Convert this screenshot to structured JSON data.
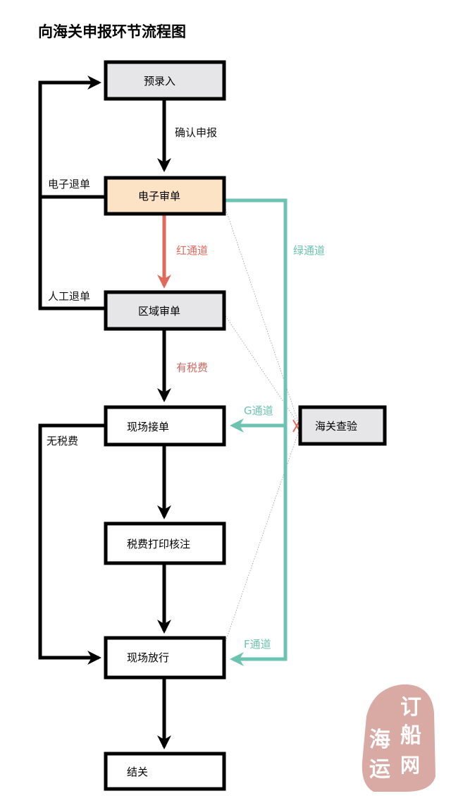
{
  "title": "向海关申报环节流程图",
  "nodes": {
    "pre_entry": "预录入",
    "e_review": "电子审单",
    "area_review": "区域审单",
    "site_receive": "现场接单",
    "tax_print": "税费打印核注",
    "inspection": "海关查验",
    "site_release": "现场放行",
    "clearance": "结关"
  },
  "labels": {
    "confirm_declare": "确认申报",
    "e_return": "电子退单",
    "manual_return": "人工退单",
    "red_channel": "红通道",
    "green_channel": "绿通道",
    "has_tax": "有税费",
    "no_tax": "无税费",
    "g_channel": "G通道",
    "f_channel": "F通道"
  },
  "seal": {
    "chars": [
      "订",
      "船",
      "网",
      "海",
      "运"
    ],
    "color": "#d9a9a4"
  },
  "colors": {
    "black": "#000000",
    "red_channel": "#e06a5c",
    "green_channel": "#6cc3b2",
    "box_gray": "#e6e6e8",
    "box_peach": "#fde3c5",
    "tax_label": "#c86a60"
  }
}
